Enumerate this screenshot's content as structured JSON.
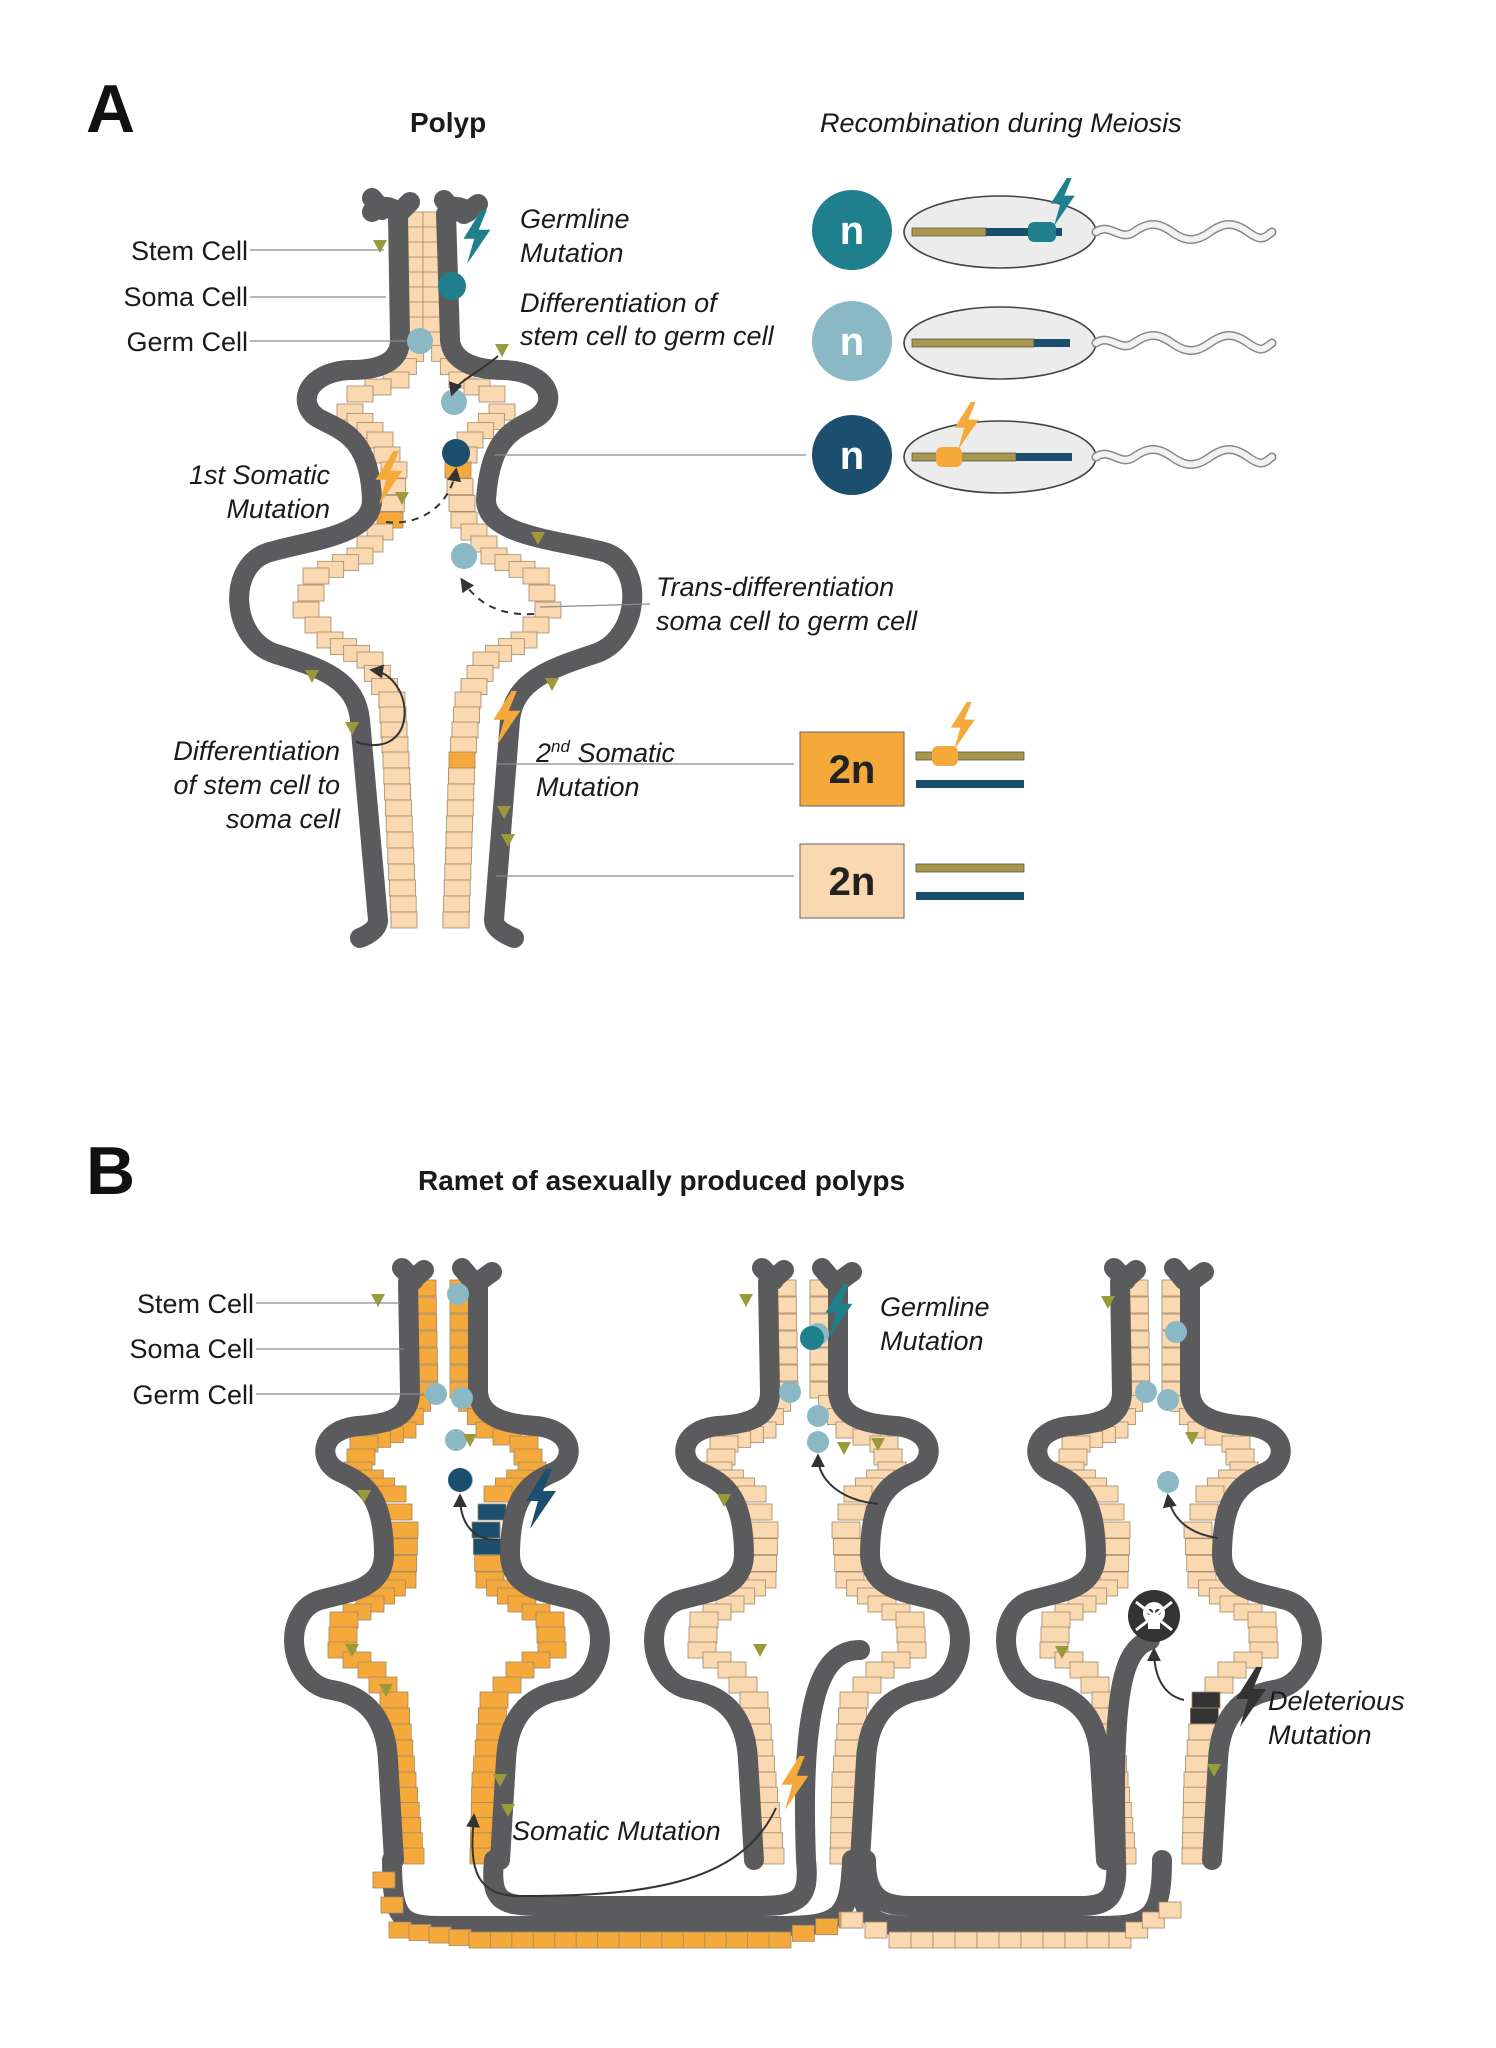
{
  "panel_a": {
    "letter": "A",
    "title": "Polyp",
    "meiosis_title": "Recombination during Meiosis",
    "labels": {
      "stem_cell": "Stem Cell",
      "soma_cell": "Soma Cell",
      "germ_cell": "Germ Cell",
      "germline_mutation_1": "Germline",
      "germline_mutation_2": "Mutation",
      "diff_germ_1": "Differentiation of",
      "diff_germ_2": "stem cell to germ cell",
      "first_somatic_1": "1st Somatic",
      "first_somatic_2": "Mutation",
      "trans_1": "Trans-differentiation",
      "trans_2": "soma cell to germ cell",
      "diff_soma_1": "Differentiation",
      "diff_soma_2": "of stem cell to",
      "diff_soma_3": "soma cell",
      "second_somatic_sup": "nd",
      "second_somatic_1a": "2",
      "second_somatic_1b": " Somatic",
      "second_somatic_2": "Mutation"
    },
    "gametes": [
      {
        "ploidy": "n",
        "color": "#1f7f8c"
      },
      {
        "ploidy": "n",
        "color": "#8ab8c4"
      },
      {
        "ploidy": "n",
        "color": "#1c4e6e"
      }
    ],
    "cells": [
      {
        "ploidy": "2n",
        "color": "#f5a93a"
      },
      {
        "ploidy": "2n",
        "color": "#fbd9b0"
      }
    ]
  },
  "panel_b": {
    "letter": "B",
    "title": "Ramet of asexually produced polyps",
    "labels": {
      "stem_cell": "Stem Cell",
      "soma_cell": "Soma Cell",
      "germ_cell": "Germ Cell",
      "germline_mutation_1": "Germline",
      "germline_mutation_2": "Mutation",
      "somatic_mutation": "Somatic Mutation",
      "deleterious_1": "Deleterious",
      "deleterious_2": "Mutation"
    }
  },
  "colors": {
    "wall": "#5b5b5e",
    "soma": "#fbd9b0",
    "soma_mutated": "#f5a93a",
    "stem": "#9a9a3a",
    "germ": "#8ab8c4",
    "germ_dark": "#1c4e6e",
    "germline_teal": "#1f7f8c",
    "chrom_olive": "#a8974a",
    "chrom_navy": "#1c4e6e",
    "deleterious": "#333333"
  },
  "icons": [
    "lightning-bolt-icon",
    "skull-crossbones-icon",
    "sperm-icon"
  ]
}
